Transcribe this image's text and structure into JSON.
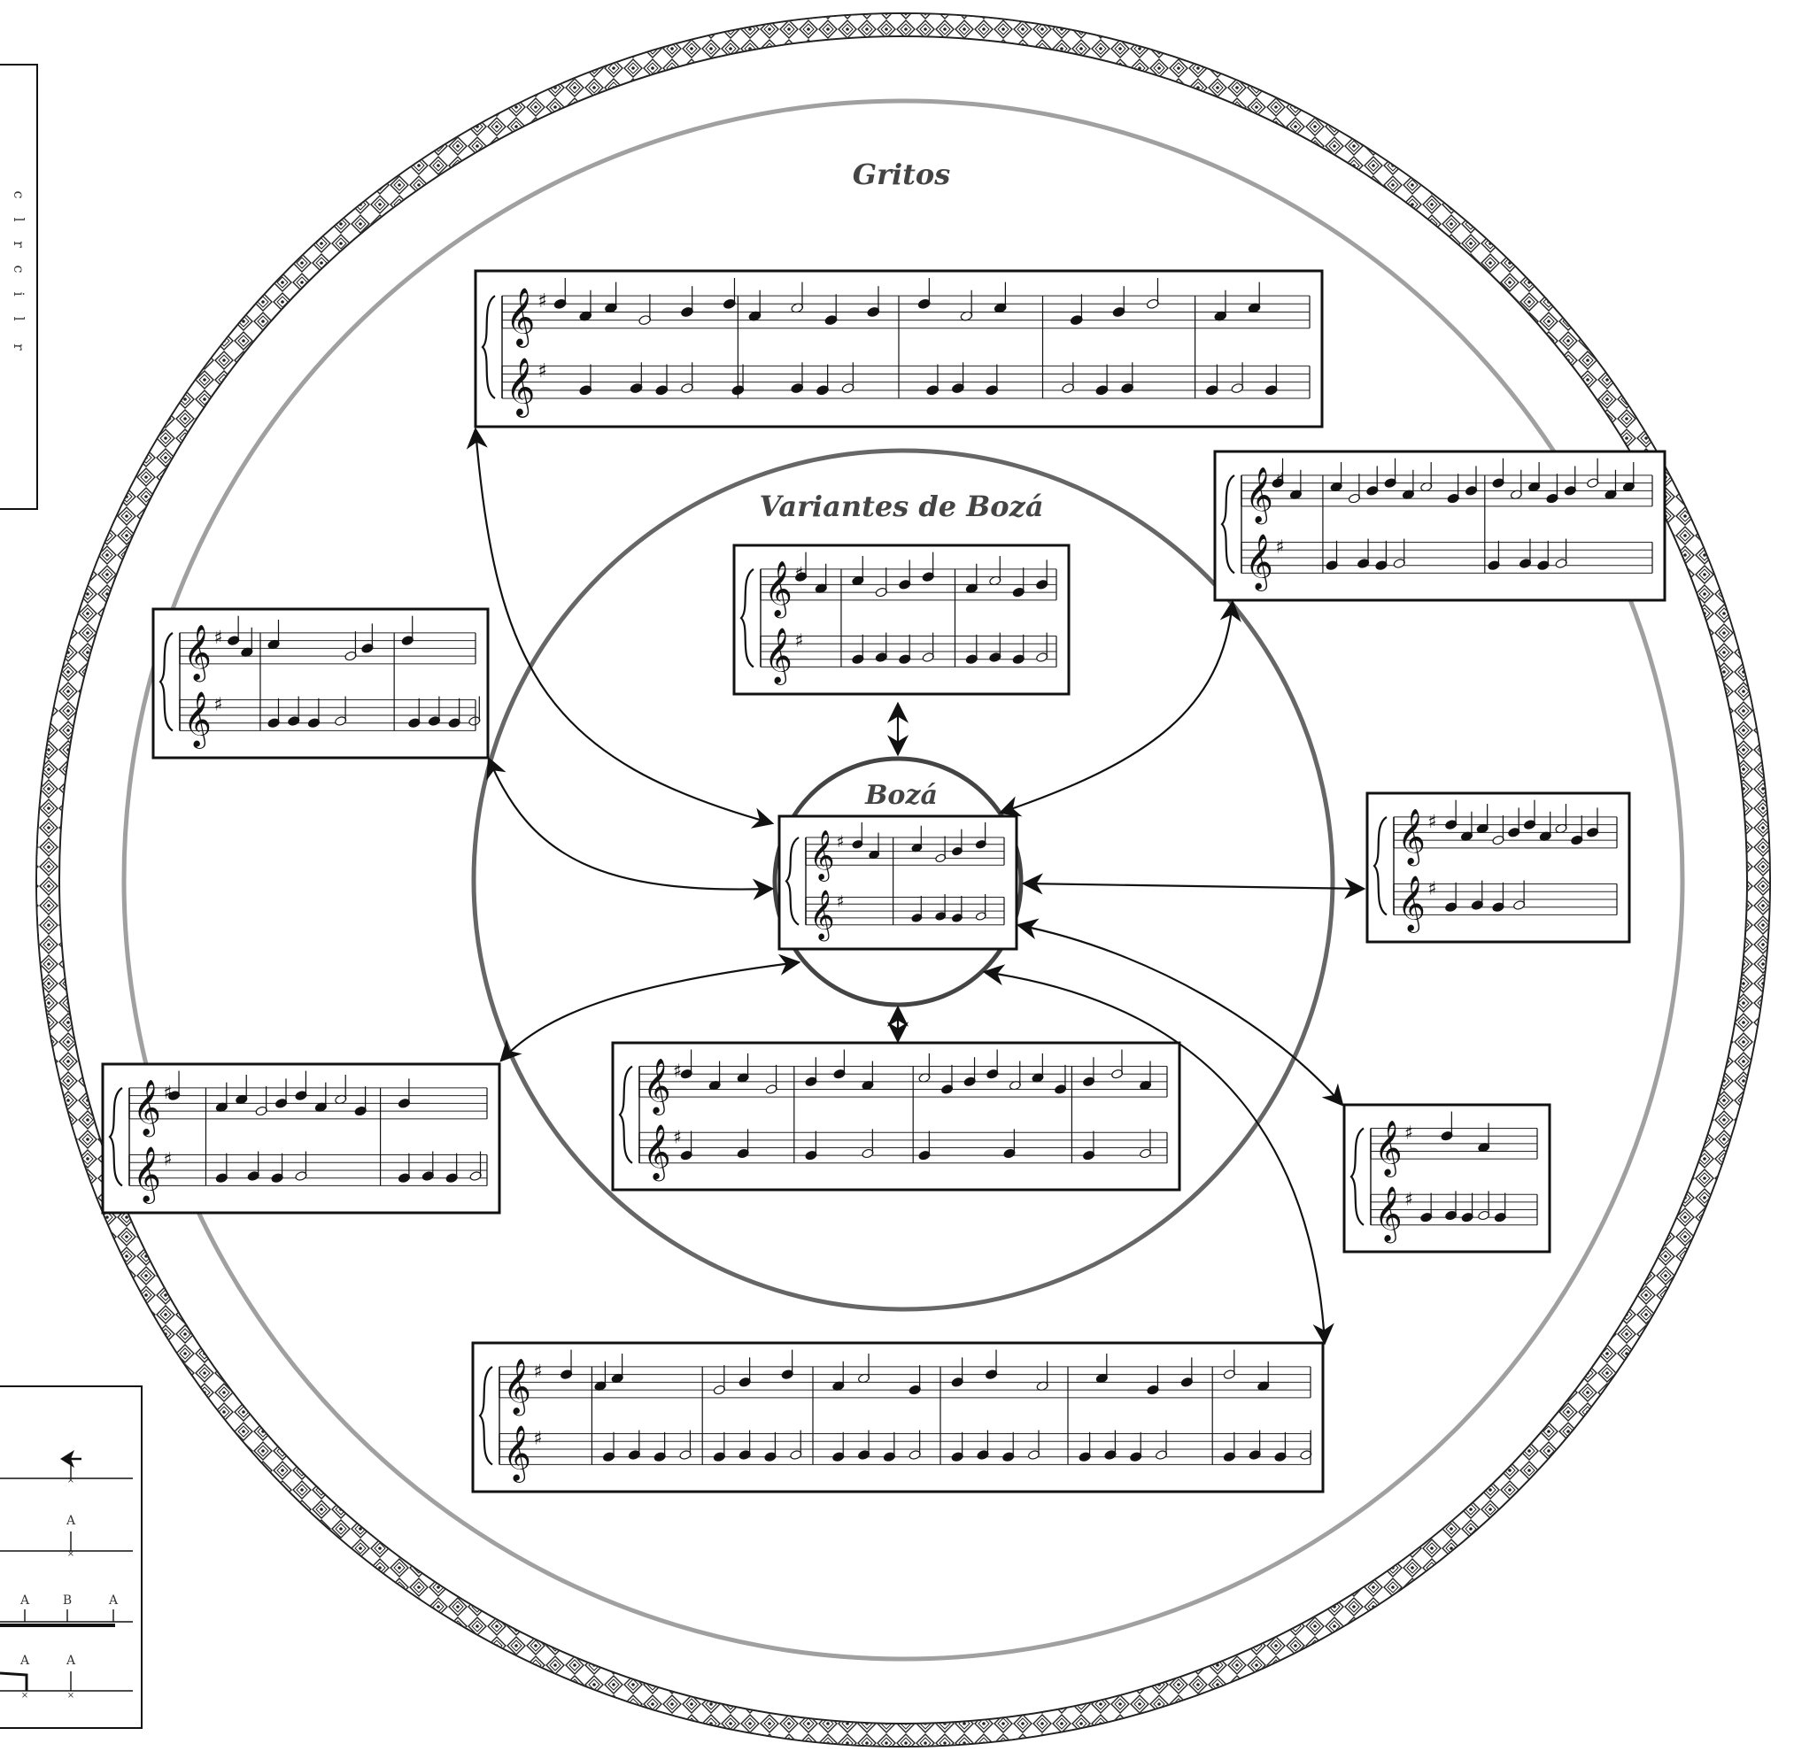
{
  "labels": {
    "outer": "Gritos",
    "middle": "Variantes  de Bozá",
    "center": "Bozá"
  },
  "side_box_glyphs": [
    "c",
    "l",
    "r",
    "c",
    "i",
    "l",
    "r"
  ],
  "rhythm_legend": {
    "row2_letters": [
      "A"
    ],
    "row3_letters": [
      "A",
      "B",
      "A"
    ],
    "row4_letters": [
      "A",
      "A"
    ]
  },
  "colors": {
    "outer_ring": "#a0a0a0",
    "middle_ring": "#666666",
    "ink": "#111111",
    "label": "#444444"
  },
  "icons": {
    "arrow": "double-headed-arrow",
    "staff": "music-staff",
    "clef": "treble-clef",
    "rhythm_marker": "x-notehead"
  }
}
